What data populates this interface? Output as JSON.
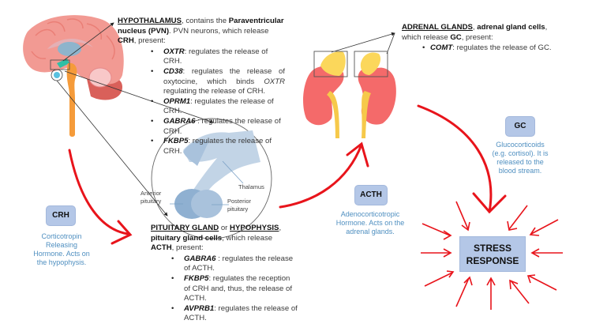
{
  "hypothalamus": {
    "title": "HYPOTHALAMUS",
    "line1_rest": ", contains the ",
    "pvn": "Paraventricular nucleus (PVN)",
    "line2_rest": ". PVN neurons, which release ",
    "crh": "CRH",
    "present": ", present:",
    "genes": [
      {
        "name": "OXTR",
        "text": ": regulates the release of CRH."
      },
      {
        "name": "CD38",
        "text": ": regulates the release of oxytocine, which binds ",
        "italic": "OXTR",
        "text2": " regulating the release of CRH."
      },
      {
        "name": "OPRM1",
        "text": ": regulates the release of CRH."
      },
      {
        "name": "GABRA6",
        "text": " : regulates the release of CRH."
      },
      {
        "name": "FKBP5",
        "text": ": regulates the release of CRH."
      }
    ]
  },
  "pituitary": {
    "title1": "PITUITARY GLAND",
    "or": " or ",
    "title2": "HYPOPHYSIS",
    "rest1": ", ",
    "cells": "pituitary gland cells",
    "rest2": ", which release ",
    "acth": "ACTH",
    "present": ", present:",
    "genes": [
      {
        "name": "GABRA6",
        "text": " : regulates the release of ACTH."
      },
      {
        "name": "FKBP5",
        "text": ": regulates the reception of CRH and, thus, the release of ACTH."
      },
      {
        "name": "AVPRB1",
        "text": ": regulates the release of ACTH."
      }
    ],
    "labels": {
      "anterior": "Anterior pituitary",
      "posterior": "Posterior pituitary",
      "thalamus": "Thalamus"
    }
  },
  "adrenal": {
    "title": "ADRENAL GLANDS",
    "rest1": ", ",
    "cells": "adrenal gland cells",
    "rest2": ", which release ",
    "gc": "GC",
    "present": ", present:",
    "genes": [
      {
        "name": "COMT",
        "text": ": regulates the release of GC."
      }
    ]
  },
  "hormones": {
    "crh": {
      "label": "CRH",
      "desc": "Corticotropin Releasing Hormone. Acts on the hypophysis."
    },
    "acth": {
      "label": "ACTH",
      "desc": "Adenocorticotropic Hormone. Acts on the adrenal glands."
    },
    "gc": {
      "label": "GC",
      "desc": "Glucocorticoids (e.g. cortisol). It is released to the blood stream."
    }
  },
  "stress": {
    "line1": "STRESS",
    "line2": "RESPONSE"
  },
  "colors": {
    "arrow_red": "#e8141b",
    "hormone_box": "#b4c7e7",
    "hormone_text": "#4f8fc0"
  }
}
